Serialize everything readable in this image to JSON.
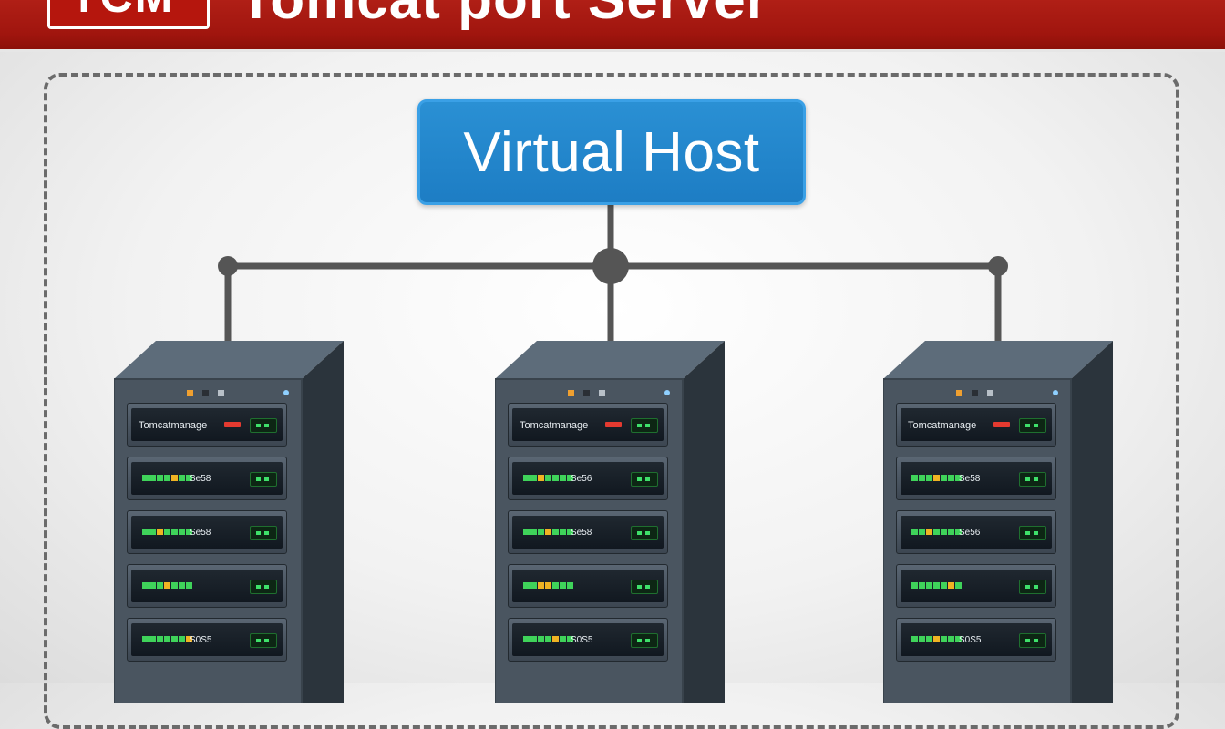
{
  "header": {
    "logo": "TCM",
    "title": "Tomcat port Server"
  },
  "diagram": {
    "root": {
      "label": "Virtual Host"
    },
    "servers": [
      {
        "units": [
          {
            "label": "Tomcatmanage",
            "type": "header"
          },
          {
            "code": "Se58",
            "type": "bar",
            "fill": [
              1,
              1,
              1,
              1,
              0,
              1,
              1
            ]
          },
          {
            "code": "Se58",
            "type": "bar",
            "fill": [
              1,
              1,
              0,
              1,
              1,
              1,
              1
            ]
          },
          {
            "code": "",
            "type": "bar",
            "fill": [
              1,
              1,
              1,
              0,
              1,
              1,
              1
            ]
          },
          {
            "code": "S0S5",
            "type": "bar",
            "fill": [
              1,
              1,
              1,
              1,
              1,
              1,
              0
            ]
          }
        ]
      },
      {
        "units": [
          {
            "label": "Tomcatmanage",
            "type": "header"
          },
          {
            "code": "Se56",
            "type": "bar",
            "fill": [
              1,
              1,
              0,
              1,
              1,
              1,
              1
            ]
          },
          {
            "code": "Se58",
            "type": "bar",
            "fill": [
              1,
              1,
              1,
              0,
              1,
              1,
              1
            ]
          },
          {
            "code": "",
            "type": "bar",
            "fill": [
              1,
              1,
              0,
              0,
              1,
              1,
              1
            ]
          },
          {
            "code": "S0S5",
            "type": "bar",
            "fill": [
              1,
              1,
              1,
              1,
              0,
              1,
              1
            ]
          }
        ]
      },
      {
        "units": [
          {
            "label": "Tomcatmanage",
            "type": "header"
          },
          {
            "code": "Se58",
            "type": "bar",
            "fill": [
              1,
              1,
              1,
              0,
              1,
              1,
              1
            ]
          },
          {
            "code": "Se56",
            "type": "bar",
            "fill": [
              1,
              1,
              0,
              1,
              1,
              1,
              1
            ]
          },
          {
            "code": "",
            "type": "bar",
            "fill": [
              1,
              1,
              1,
              1,
              1,
              0,
              1
            ]
          },
          {
            "code": "S0S5",
            "type": "bar",
            "fill": [
              1,
              1,
              1,
              0,
              1,
              1,
              1
            ]
          }
        ]
      }
    ]
  },
  "colors": {
    "banner": "#a0150e",
    "virtual_host": "#1d7dc4",
    "connector": "#555555",
    "server_front": "#4a5560",
    "led_green": "#3fd35a",
    "led_yellow": "#f0b323",
    "led_red": "#e43a30"
  }
}
